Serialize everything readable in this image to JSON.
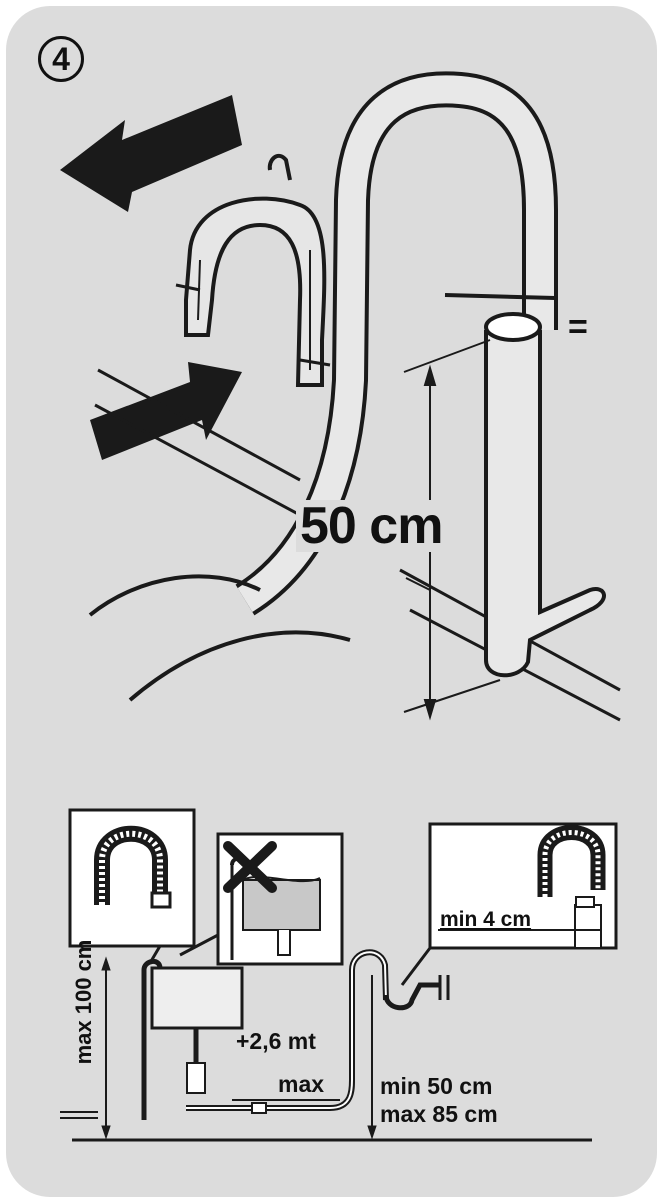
{
  "step": {
    "number": "4"
  },
  "labels": {
    "standpipe_height": "50 cm",
    "equal_sign": "=",
    "min_clearance": "min 4 cm",
    "hose_extension": "+2,6 mt",
    "hose_extension_max": "max",
    "height_min": "min 50 cm",
    "height_max": "max 85 cm",
    "height_max_100": "max 100 cm"
  },
  "icons": {
    "push_arrow": "arrow-left-icon",
    "push_arrow_2": "arrow-right-icon",
    "not_allowed": "cross-icon"
  },
  "colors": {
    "panel_background": "#dcdcdc",
    "line_art": "#111111",
    "inset_background": "#ffffff"
  }
}
